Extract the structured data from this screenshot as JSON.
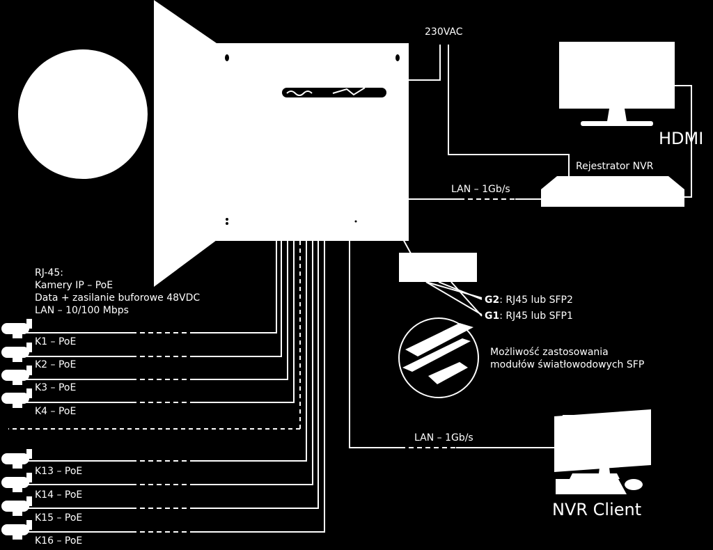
{
  "labels": {
    "power_supply": "230VAC",
    "hdmi": "HDMI",
    "nvr_recorder": "Rejestrator NVR",
    "lan_nvr": "LAN – 1Gb/s",
    "lan_client": "LAN – 1Gb/s",
    "client": "NVR Client",
    "rj45_title": "RJ-45:",
    "rj45_line1": "Kamery IP – PoE",
    "rj45_line2": "Data + zasilanie buforowe 48VDC",
    "rj45_line3": "LAN – 10/100 Mbps",
    "g2_bold": "G2",
    "g2_text": ": RJ45 lub SFP2",
    "g1_bold": "G1",
    "g1_text": ": RJ45 lub SFP1",
    "sfp_note_line1": "Możliwość zastosowania",
    "sfp_note_line2": "modułów światłowodowych SFP"
  },
  "cameras": [
    {
      "label": "K1 – PoE"
    },
    {
      "label": "K2 – PoE"
    },
    {
      "label": "K3 – PoE"
    },
    {
      "label": "K4 – PoE"
    },
    {
      "label": "K13 – PoE"
    },
    {
      "label": "K14 – PoE"
    },
    {
      "label": "K15 – PoE"
    },
    {
      "label": "K16 – PoE"
    }
  ]
}
